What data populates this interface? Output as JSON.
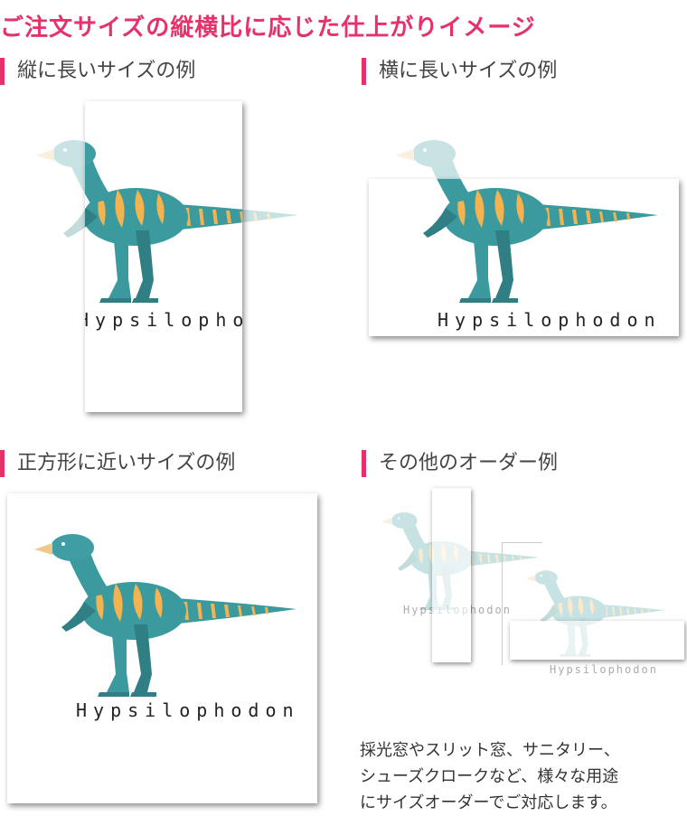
{
  "title": "ご注文サイズの縦横比に応じた仕上がりイメージ",
  "sections": {
    "portrait": {
      "heading": "縦に長いサイズの例"
    },
    "landscape": {
      "heading": "横に長いサイズの例"
    },
    "square": {
      "heading": "正方形に近いサイズの例"
    },
    "other": {
      "heading": "その他のオーダー例"
    }
  },
  "dino_label": "Hypsilophodon",
  "description": "採光窓やスリット窓、サニタリー、\nシューズクロークなど、様々な用途\nにサイズオーダーでご対応します。",
  "colors": {
    "accent": "#e6316a",
    "dino_body": "#3a9a9e",
    "dino_dark": "#2f7f84",
    "dino_stripe": "#f2b350",
    "dino_head": "#3f9ea3",
    "beak": "#f0c98a"
  },
  "icons": [
    "dinosaur-illustration"
  ]
}
